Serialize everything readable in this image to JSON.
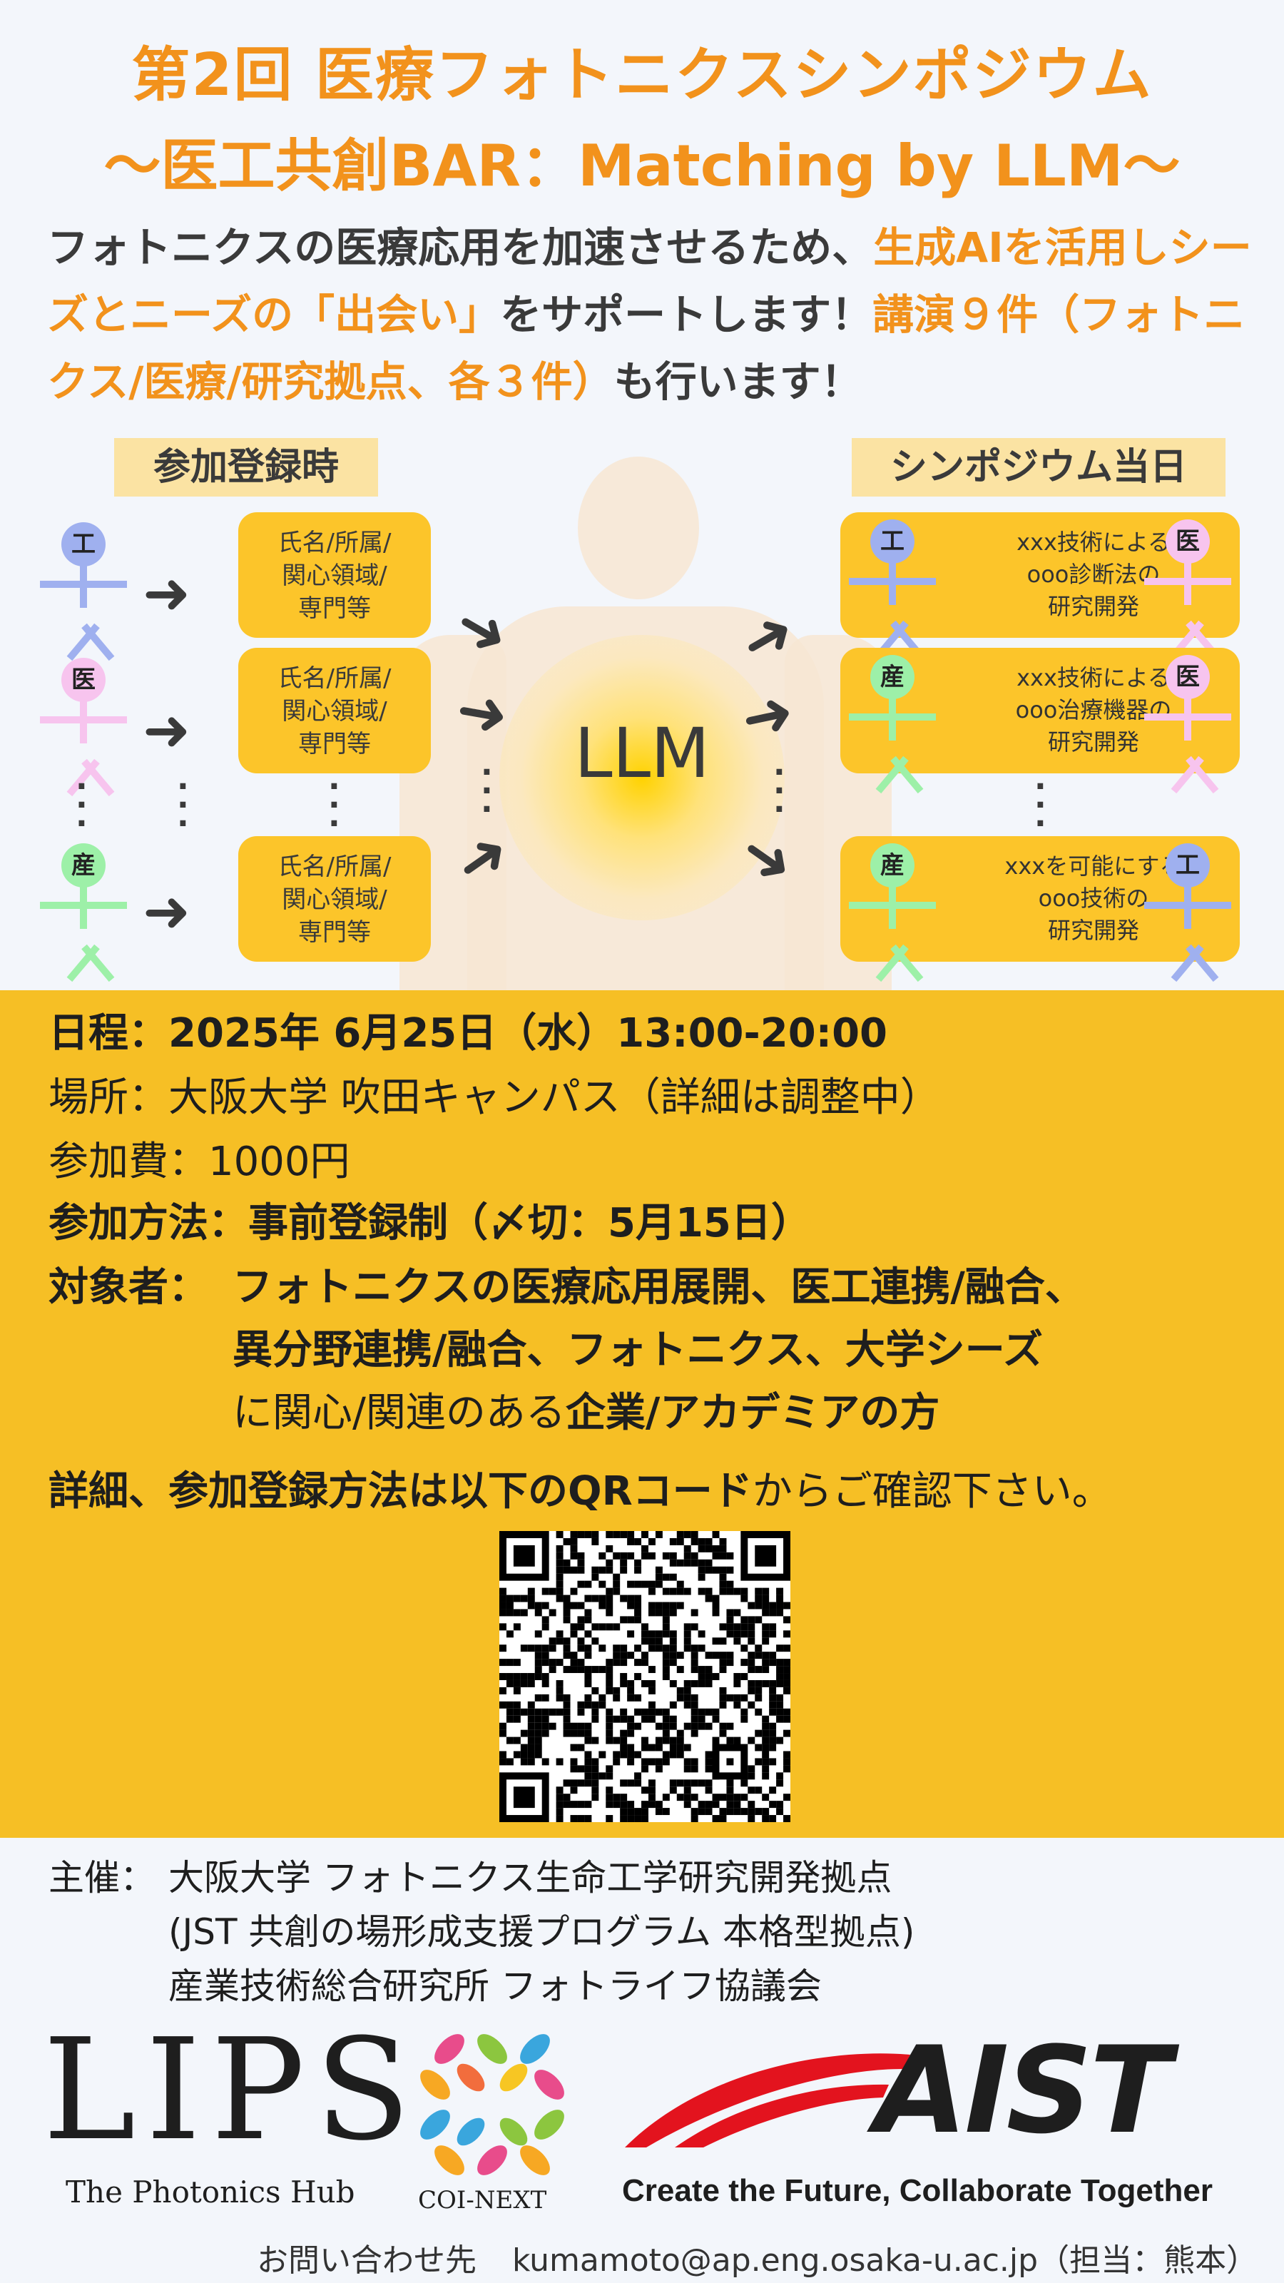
{
  "header": {
    "title": "第2回 医療フォトニクスシンポジウム",
    "subtitle": "〜医工共創BAR：Matching by LLM〜",
    "intro_part1": "フォトニクスの医療応用を加速させるため、",
    "intro_hl1": "生成AIを活用しシーズとニーズの「出会い」",
    "intro_part2": "をサポートします！",
    "intro_hl2": "講演９件（フォトニクス/医療/研究拠点、各３件）",
    "intro_part3": "も行います！"
  },
  "diagram": {
    "left_label": "参加登録時",
    "right_label": "シンポジウム当日",
    "center_label": "LLM",
    "left_rows": [
      {
        "person": "工",
        "box": [
          "氏名/所属/",
          "関心領域/",
          "専門等"
        ]
      },
      {
        "person": "医",
        "box": [
          "氏名/所属/",
          "関心領域/",
          "専門等"
        ]
      },
      {
        "person": "産",
        "box": [
          "氏名/所属/",
          "関心領域/",
          "専門等"
        ]
      }
    ],
    "right_rows": [
      {
        "left_person": "工",
        "right_person": "医",
        "text": [
          "xxx技術による",
          "ooo診断法の",
          "研究開発"
        ]
      },
      {
        "left_person": "産",
        "right_person": "医",
        "text": [
          "xxx技術による",
          "ooo治療機器の",
          "研究開発"
        ]
      },
      {
        "left_person": "産",
        "right_person": "工",
        "text": [
          "xxxを可能にする",
          "ooo技術の",
          "研究開発"
        ]
      }
    ],
    "person_colors": {
      "工": "#9fb0ef",
      "医": "#f7c4ee",
      "産": "#9df0a8"
    },
    "accent_color": "#fcc52a"
  },
  "info": {
    "schedule": "日程：2025年 6月25日（水）13:00-20:00",
    "venue": "場所：大阪大学 吹田キャンパス（詳細は調整中）",
    "fee": "参加費：1000円",
    "method": "参加方法：事前登録制（〆切：5月15日）",
    "target_label": "対象者：",
    "target_line1": "フォトニクスの医療応用展開、医工連携/融合、",
    "target_line2": "異分野連携/融合、フォトニクス、大学シーズ",
    "target_line3_a": "に関心/関連のある",
    "target_line3_b": "企業/アカデミアの方",
    "details_a": "詳細、参加登録方法は以下のQRコード",
    "details_b": "からご確認下さい。"
  },
  "organizers": {
    "label": "主催：",
    "line1": "大阪大学 フォトニクス生命工学研究開発拠点",
    "line2": "(JST 共創の場形成支援プログラム 本格型拠点)",
    "line3": "産業技術総合研究所 フォトライフ協議会"
  },
  "logos": {
    "lips_mark": "LIPS",
    "lips_tagline": "The Photonics Hub",
    "coi_name": "COI-NEXT",
    "aist_mark": "AIST",
    "aist_tagline": "Create the Future, Collaborate Together"
  },
  "contact": {
    "label": "お問い合わせ先",
    "email": "kumamoto@ap.eng.osaka-u.ac.jp",
    "person": "（担当：熊本）"
  }
}
